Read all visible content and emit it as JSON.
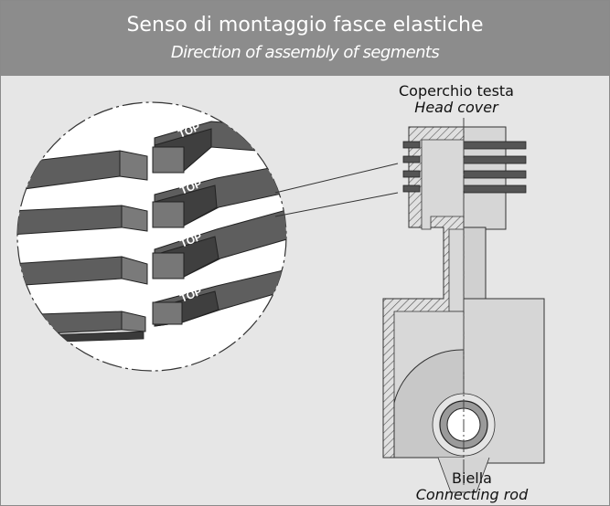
{
  "header": {
    "title": "Senso di montaggio fasce elastiche",
    "subtitle": "Direction of assembly of segments"
  },
  "labels": {
    "head_cover_it": "Coperchio testa",
    "head_cover_en": "Head cover",
    "connecting_rod_it": "Biella",
    "connecting_rod_en": "Connecting rod"
  },
  "ring_marking": "TOP",
  "colors": {
    "header_bg": "#8c8c8c",
    "background": "#e6e6e6",
    "ring_dark": "#5a5a5a",
    "ring_face": "#6e6e6e",
    "piston_light": "#d4d4d4"
  }
}
